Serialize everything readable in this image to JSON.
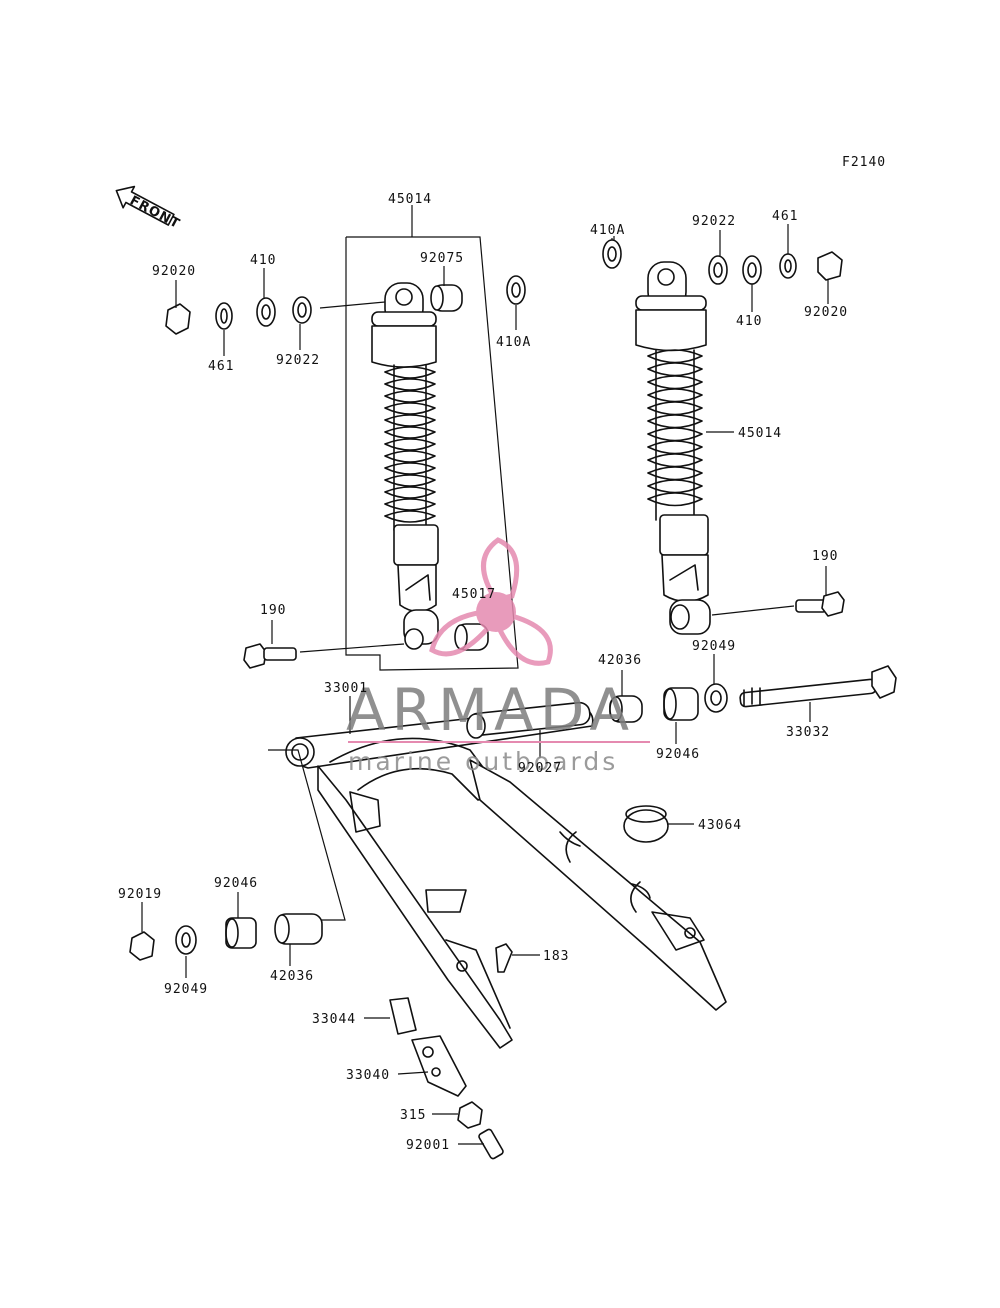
{
  "figure_code": "F2140",
  "front_label": "FRONT",
  "watermark": {
    "brand": "ARMADA",
    "tagline": "marine outboards",
    "accent_color": "#e58ab0"
  },
  "labels": {
    "l_45014_a": "45014",
    "l_92075": "92075",
    "l_410a_a": "410A",
    "l_92020_a": "92020",
    "l_410_a": "410",
    "l_461_a": "461",
    "l_92022_a": "92022",
    "l_410a_b": "410A",
    "l_92022_b": "92022",
    "l_461_b": "461",
    "l_410_b": "410",
    "l_92020_b": "92020",
    "l_45014_b": "45014",
    "l_190_a": "190",
    "l_190_b": "190",
    "l_45017": "45017",
    "l_42036_a": "42036",
    "l_92049_a": "92049",
    "l_33001": "33001",
    "l_92027": "92027",
    "l_92046_a": "92046",
    "l_33032": "33032",
    "l_43064": "43064",
    "l_92019": "92019",
    "l_92046_b": "92046",
    "l_92049_b": "92049",
    "l_42036_b": "42036",
    "l_183": "183",
    "l_33044": "33044",
    "l_33040": "33040",
    "l_315": "315",
    "l_92001": "92001"
  }
}
